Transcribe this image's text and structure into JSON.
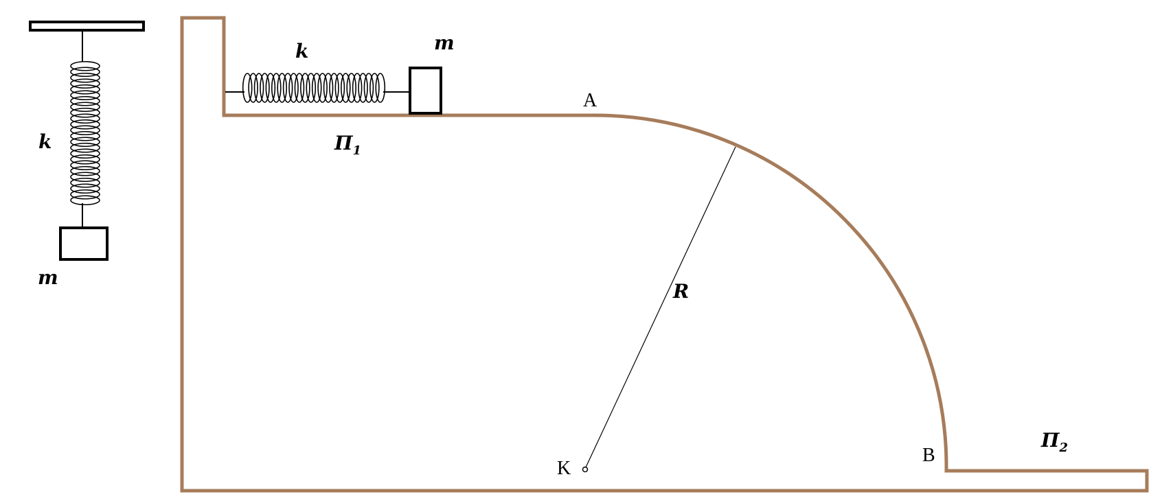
{
  "colors": {
    "track": "#a67c5b",
    "ink": "#000000",
    "background": "#ffffff"
  },
  "labels": {
    "hanging_spring_k": "k",
    "hanging_mass_m": "m",
    "horizontal_spring_k": "k",
    "horizontal_mass_m": "m",
    "point_a": "A",
    "point_b": "B",
    "point_k": "K",
    "radius_r": "R",
    "plane_1": "Π",
    "plane_1_sub": "1",
    "plane_2": "Π",
    "plane_2_sub": "2"
  }
}
